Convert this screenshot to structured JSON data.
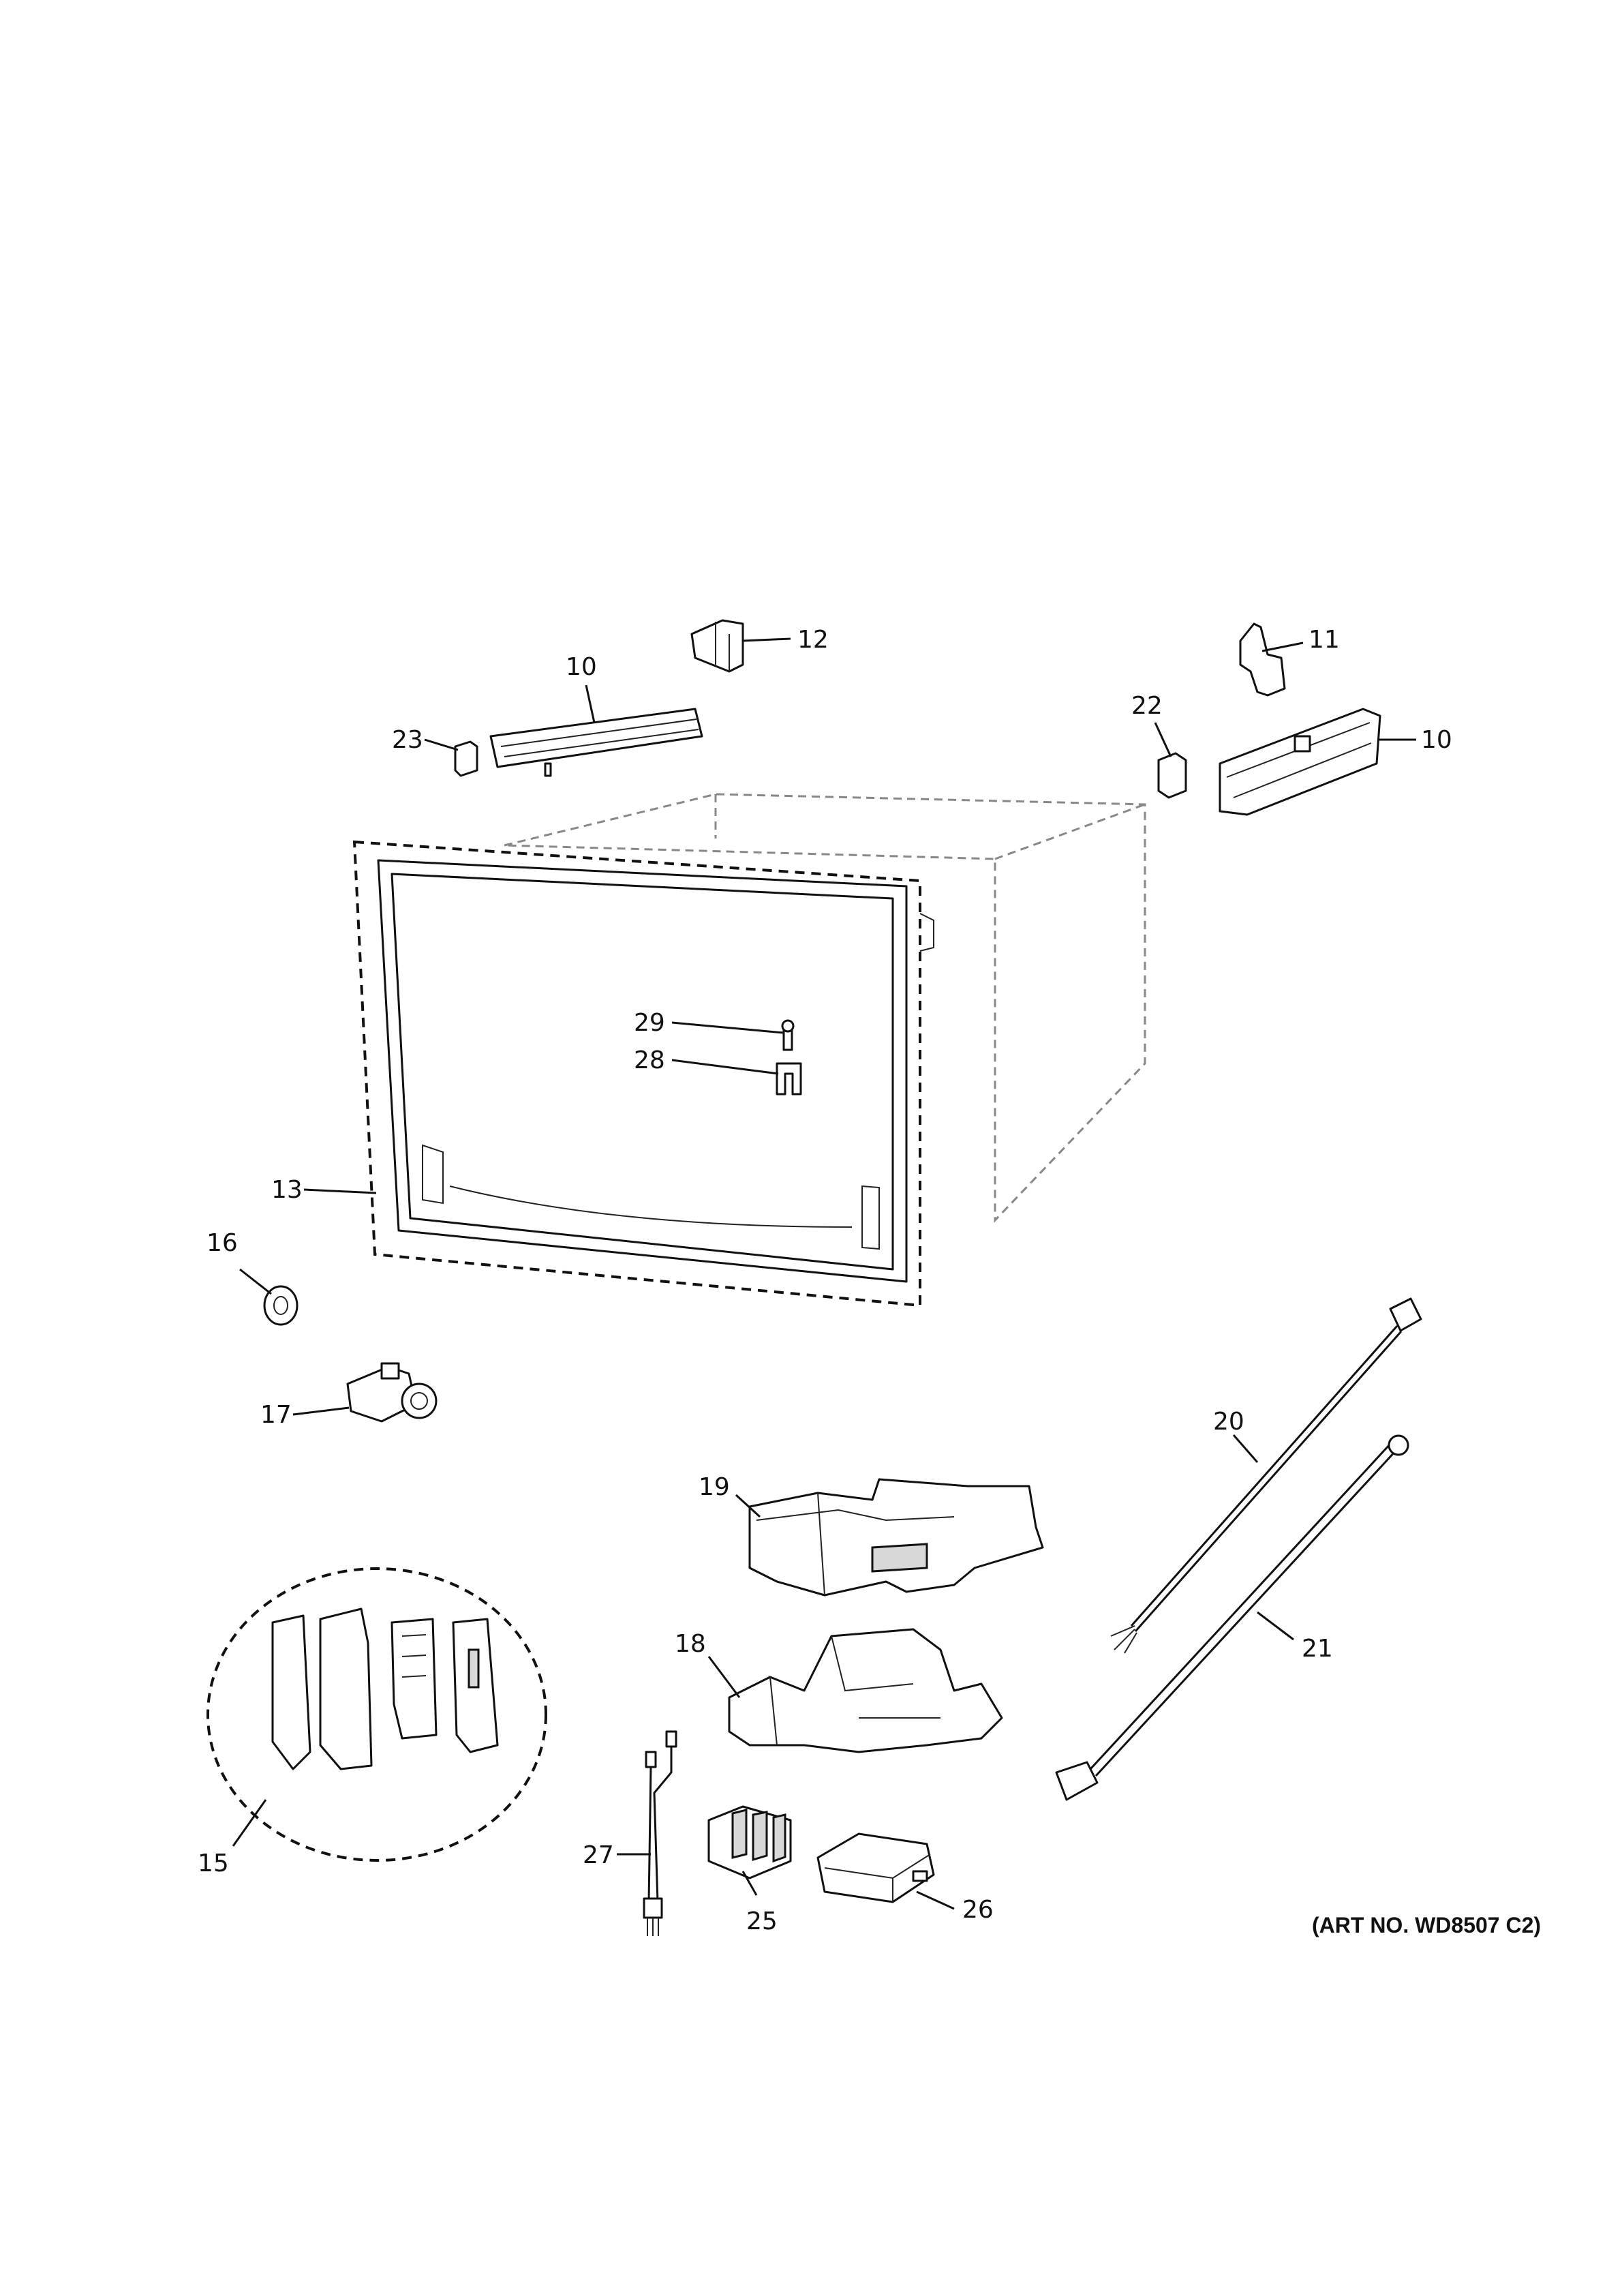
{
  "callouts": {
    "c10a": "10",
    "c10b": "10",
    "c11": "11",
    "c12": "12",
    "c13": "13",
    "c15": "15",
    "c16": "16",
    "c17": "17",
    "c18": "18",
    "c19": "19",
    "c20": "20",
    "c21": "21",
    "c22": "22",
    "c23": "23",
    "c25": "25",
    "c26": "26",
    "c27": "27",
    "c28": "28",
    "c29": "29"
  },
  "art_number": "(ART NO. WD8507 C2)"
}
